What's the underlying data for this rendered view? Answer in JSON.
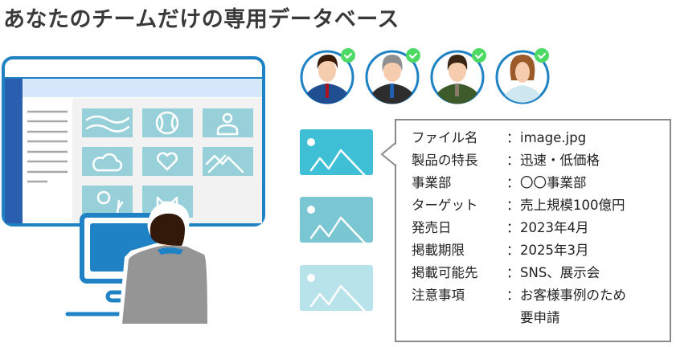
{
  "title": "あなたのチームだけの専用データベース",
  "colors": {
    "accent": "#1e82c4",
    "sidebar": "#2a5fb0",
    "tile": "#98d0da",
    "check": "#4cd964"
  },
  "team_members": [
    {
      "icon": "avatar-man-red-tie",
      "verified": true
    },
    {
      "icon": "avatar-man-gray-hair",
      "verified": true
    },
    {
      "icon": "avatar-man-green-suit",
      "verified": true
    },
    {
      "icon": "avatar-woman",
      "verified": true
    }
  ],
  "callout": {
    "separator": "：",
    "rows": [
      {
        "key": "ファイル名",
        "value": "image.jpg"
      },
      {
        "key": "製品の特長",
        "value": "迅速・低価格"
      },
      {
        "key": "事業部",
        "value": "〇〇事業部"
      },
      {
        "key": "ターゲット",
        "value": "売上規模100億円"
      },
      {
        "key": "発売日",
        "value": "2023年4月"
      },
      {
        "key": "掲載期限",
        "value": "2025年3月"
      },
      {
        "key": "掲載可能先",
        "value": "SNS、展示会"
      },
      {
        "key": "注意事項",
        "value": "お客様事例のため"
      },
      {
        "key": "",
        "value": "要申請"
      }
    ]
  }
}
